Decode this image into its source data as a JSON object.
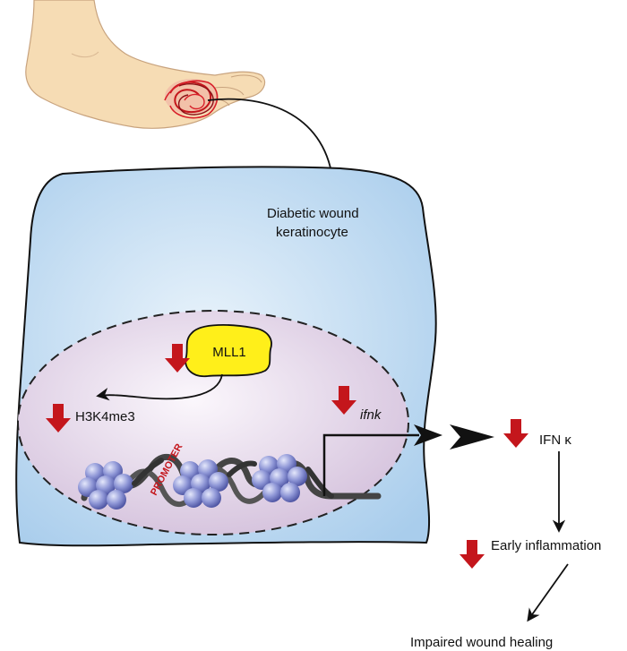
{
  "labels": {
    "cell_line1": "Diabetic wound",
    "cell_line2": "keratinocyte",
    "mll1": "MLL1",
    "h3k4me3": "H3K4me3",
    "ifnk_gene": "ifnk",
    "promoter": "PROMOTER",
    "ifn_protein": "IFN κ",
    "early_inflammation": "Early inflammation",
    "impaired_healing": "Impaired wound healing"
  },
  "colors": {
    "cell_fill": "#a9cdec",
    "nucleus_fill": "#d9c8e0",
    "mll1_fill": "#ffef1a",
    "down_arrow": "#c4161c",
    "promoter_text": "#c4161c",
    "skin": "#f6dcb4",
    "nucleosome": "#7d86cf"
  }
}
